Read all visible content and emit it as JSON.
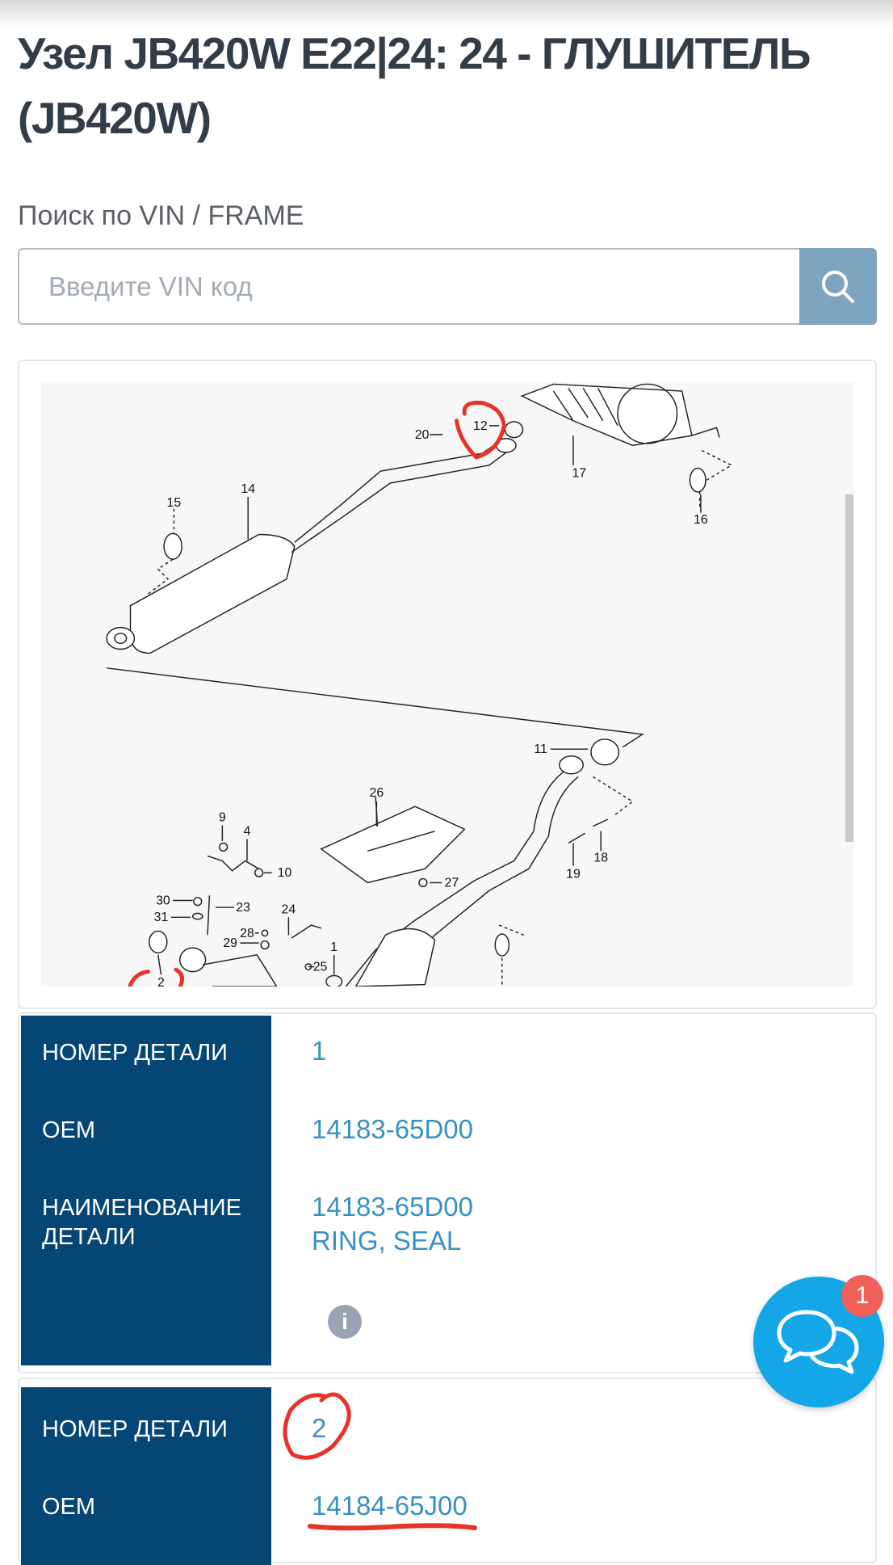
{
  "page": {
    "title": "Узел JB420W E22|24: 24 - ГЛУШИТЕЛЬ (JB420W)"
  },
  "search": {
    "label": "Поиск по VIN / FRAME",
    "placeholder": "Введите VIN код",
    "value": "",
    "button_icon": "search-icon"
  },
  "diagram": {
    "callouts": [
      "12",
      "20",
      "17",
      "16",
      "15",
      "14",
      "11",
      "26",
      "9",
      "4",
      "10",
      "27",
      "19",
      "18",
      "30",
      "23",
      "31",
      "24",
      "28",
      "29",
      "1",
      "25",
      "2"
    ]
  },
  "parts": [
    {
      "number_label": "НОМЕР ДЕТАЛИ",
      "number": "1",
      "oem_label": "OEM",
      "oem": "14183-65D00",
      "name_label": "НАИМЕНОВАНИЕ ДЕТАЛИ",
      "name_code": "14183-65D00",
      "name": "RING, SEAL",
      "info_icon": "i"
    },
    {
      "number_label": "НОМЕР ДЕТАЛИ",
      "number": "2",
      "oem_label": "OEM",
      "oem": "14184-65J00"
    }
  ],
  "chat": {
    "icon": "chat-bubbles-icon",
    "badge": "1"
  },
  "colors": {
    "accent": "#3791c3",
    "label_bg": "#064675",
    "search_button": "#7fa4bf",
    "chat": "#14a7e8",
    "badge": "#f0615a",
    "annotation": "#e8322a"
  }
}
